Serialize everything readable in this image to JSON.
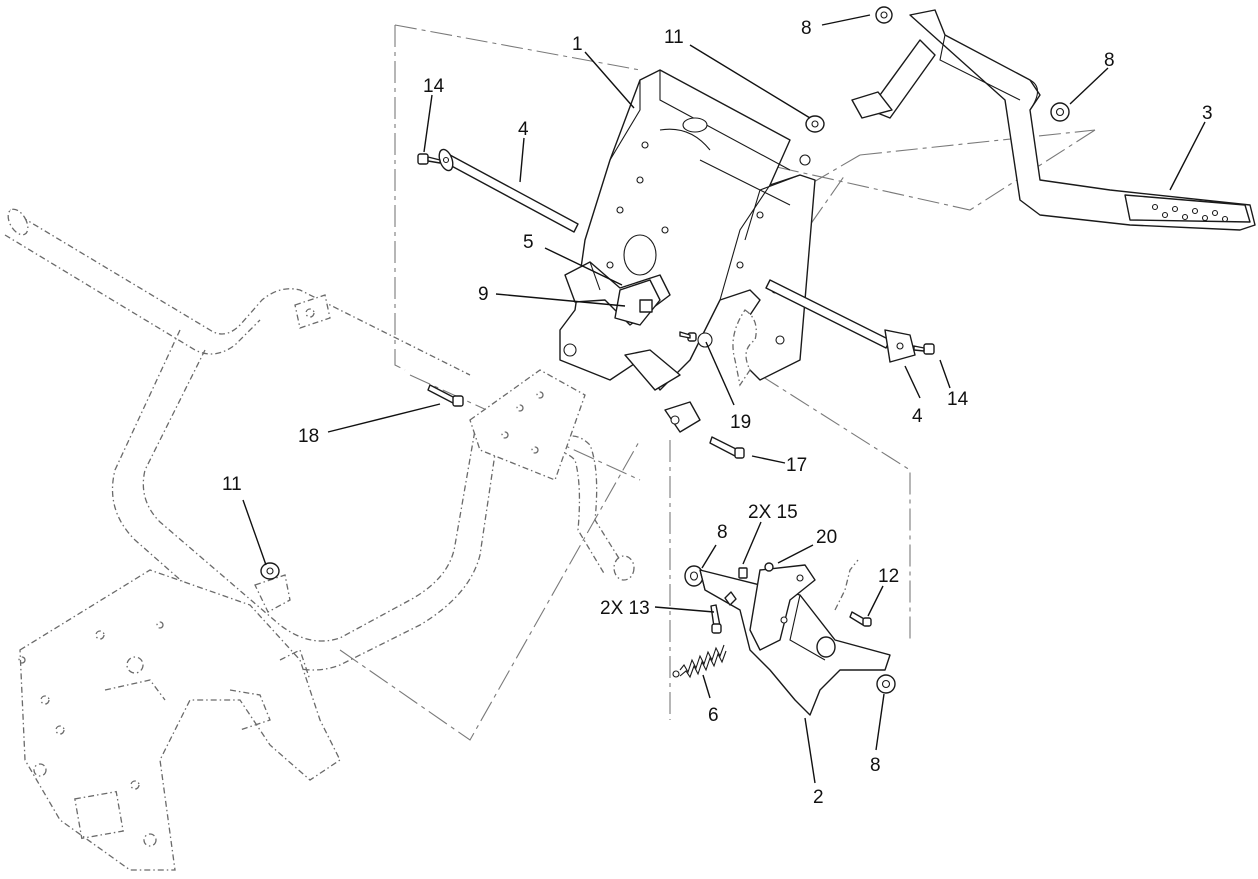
{
  "diagram": {
    "callouts": {
      "c1": "1",
      "c2": "2",
      "c3": "3",
      "c4a": "4",
      "c4b": "4",
      "c5": "5",
      "c6": "6",
      "c8a": "8",
      "c8b": "8",
      "c8c": "8",
      "c8d": "8",
      "c9": "9",
      "c11a": "11",
      "c11b": "11",
      "c12": "12",
      "c13": "2X 13",
      "c14a": "14",
      "c14b": "14",
      "c15": "2X 15",
      "c17": "17",
      "c18": "18",
      "c19": "19",
      "c20": "20"
    }
  }
}
